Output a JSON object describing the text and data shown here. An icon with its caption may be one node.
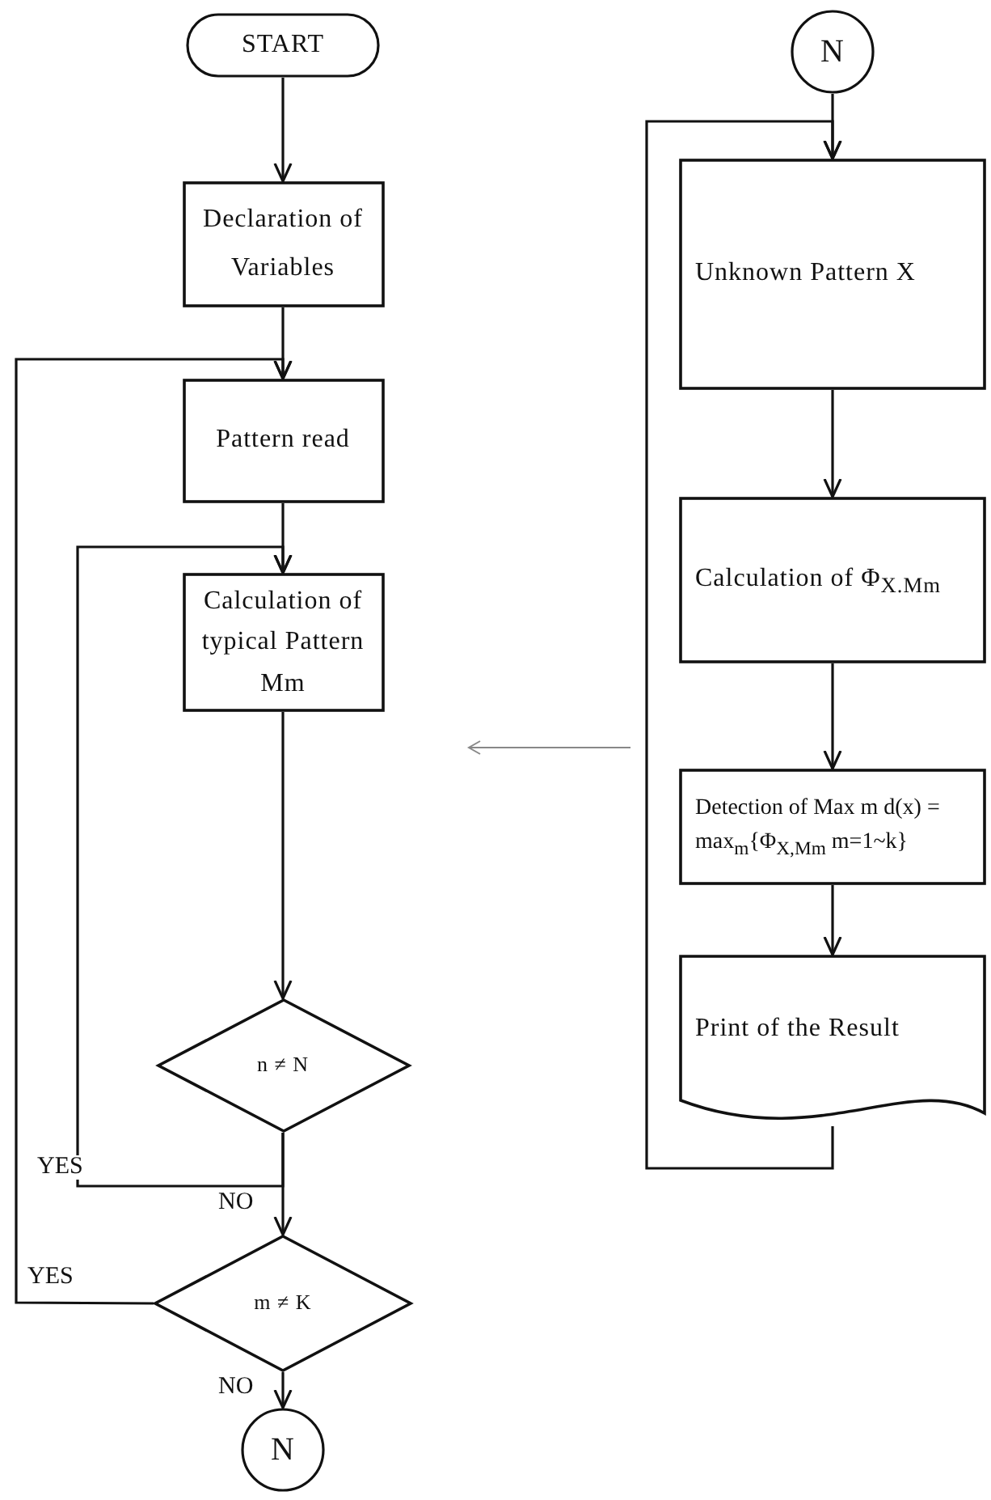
{
  "diagram": {
    "nodes": [
      {
        "text": [
          "START"
        ]
      },
      {
        "text": [
          "Declaration of Variables"
        ]
      },
      {
        "text": [
          "Pattern read"
        ]
      },
      {
        "text": [
          "Calculation of typical Pattern Mm"
        ]
      },
      {
        "text": [
          "n ≠ N"
        ]
      },
      {
        "text": [
          "m ≠ K"
        ]
      },
      {
        "text": [
          "N"
        ]
      },
      {
        "text": [
          "N"
        ]
      },
      {
        "text": [
          "Unknown Pattern X"
        ]
      },
      {
        "text": [
          "Calculation of Φ$_{X.Mm}$"
        ]
      },
      {
        "text": [
          "Detection of Max m d(x) = max$_{m}${Φ$_{X,Mm}$ m=1~k}"
        ]
      },
      {
        "text": [
          "Print of the Result"
        ]
      }
    ],
    "edges": [
      {
        "from": 0,
        "to": 1,
        "arrow": "to"
      },
      {
        "from": 1,
        "to": 2,
        "arrow": "to"
      },
      {
        "from": 2,
        "to": 3,
        "arrow": "to"
      },
      {
        "from": 3,
        "to": 4,
        "arrow": "to"
      },
      {
        "from": 4,
        "to": 3,
        "arrow": "to",
        "label": "YES"
      },
      {
        "from": 4,
        "to": 5,
        "arrow": "to",
        "label": "NO"
      },
      {
        "from": 5,
        "to": 2,
        "arrow": "to",
        "label": "YES"
      },
      {
        "from": 5,
        "to": 6,
        "arrow": "to",
        "label": "NO"
      },
      {
        "from": 7,
        "to": 8,
        "arrow": "to"
      },
      {
        "from": 8,
        "to": 9,
        "arrow": "to"
      },
      {
        "from": 9,
        "to": 10,
        "arrow": "to"
      },
      {
        "from": 10,
        "to": 11,
        "arrow": "to"
      },
      {
        "from": 11,
        "to": 8,
        "arrow": "to"
      }
    ]
  }
}
